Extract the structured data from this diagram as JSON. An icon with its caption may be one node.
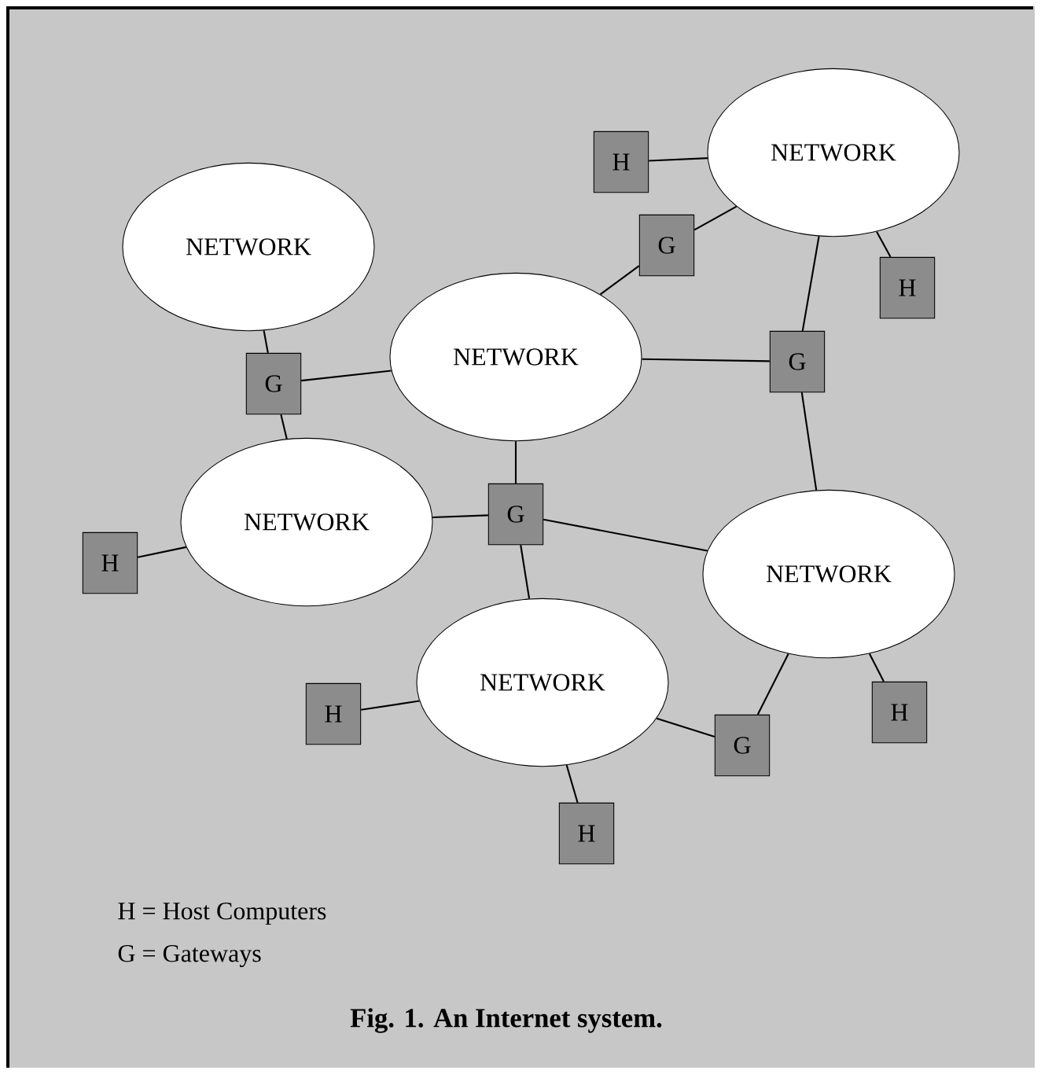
{
  "diagram": {
    "caption": "Fig. 1.   An Internet system.",
    "nodes": [
      {
        "text": [
          "H"
        ]
      },
      {
        "text": [
          "NETWORK"
        ]
      },
      {
        "text": [
          "NETWORK"
        ]
      },
      {
        "text": [
          "G"
        ]
      },
      {
        "text": [
          "H"
        ]
      },
      {
        "text": [
          "NETWORK"
        ]
      },
      {
        "text": [
          "G"
        ]
      },
      {
        "text": [
          "G"
        ]
      },
      {
        "text": [
          "G"
        ]
      },
      {
        "text": [
          "NETWORK"
        ]
      },
      {
        "text": [
          "H"
        ]
      },
      {
        "text": [
          "NETWORK"
        ]
      },
      {
        "text": [
          "NETWORK"
        ]
      },
      {
        "text": [
          "H"
        ]
      },
      {
        "text": [
          "H"
        ]
      },
      {
        "text": [
          "G"
        ]
      },
      {
        "text": [
          "H"
        ]
      }
    ],
    "edges": [
      {
        "from": 0,
        "to": 1,
        "arrow": "none"
      },
      {
        "from": 3,
        "to": 1,
        "arrow": "none"
      },
      {
        "from": 3,
        "to": 5,
        "arrow": "none"
      },
      {
        "from": 1,
        "to": 4,
        "arrow": "none"
      },
      {
        "from": 1,
        "to": 7,
        "arrow": "none"
      },
      {
        "from": 5,
        "to": 7,
        "arrow": "none"
      },
      {
        "from": 7,
        "to": 11,
        "arrow": "none"
      },
      {
        "from": 2,
        "to": 6,
        "arrow": "none"
      },
      {
        "from": 6,
        "to": 5,
        "arrow": "none"
      },
      {
        "from": 6,
        "to": 9,
        "arrow": "none"
      },
      {
        "from": 5,
        "to": 8,
        "arrow": "none"
      },
      {
        "from": 9,
        "to": 8,
        "arrow": "none"
      },
      {
        "from": 8,
        "to": 11,
        "arrow": "none"
      },
      {
        "from": 8,
        "to": 12,
        "arrow": "none"
      },
      {
        "from": 10,
        "to": 9,
        "arrow": "none"
      },
      {
        "from": 13,
        "to": 12,
        "arrow": "none"
      },
      {
        "from": 12,
        "to": 15,
        "arrow": "none"
      },
      {
        "from": 11,
        "to": 15,
        "arrow": "none"
      },
      {
        "from": 11,
        "to": 14,
        "arrow": "none"
      },
      {
        "from": 12,
        "to": 16,
        "arrow": "none"
      }
    ],
    "labels": [
      "H = Host Computers",
      "G = Gateways"
    ]
  }
}
